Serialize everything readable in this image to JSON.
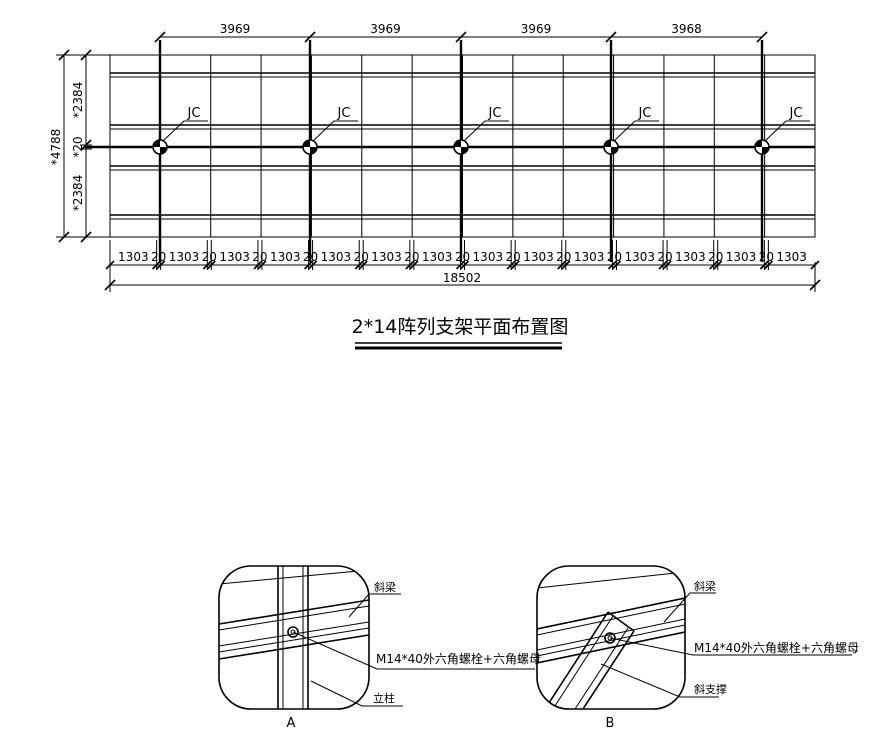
{
  "plan": {
    "title": "2*14阵列支架平面布置图",
    "top_dims": [
      "3969",
      "3969",
      "3969",
      "3968"
    ],
    "pier_label": "JC",
    "pier_count": 5,
    "left_dims": {
      "total": "*4788",
      "upper": "*2384",
      "middle": "*20",
      "lower": "*2384"
    },
    "bottom_dims": [
      "1303",
      "20",
      "1303",
      "20",
      "1303",
      "20",
      "1303",
      "20",
      "1303",
      "20",
      "1303",
      "20",
      "1303",
      "20",
      "1303",
      "20",
      "1303",
      "20",
      "1303",
      "20",
      "1303",
      "20",
      "1303",
      "20",
      "1303",
      "20",
      "1303"
    ],
    "total_length": "18502"
  },
  "details": [
    {
      "label": "A",
      "beam_label": "斜梁",
      "bolt_label": "M14*40外六角螺栓+六角螺母",
      "member_label": "立柱"
    },
    {
      "label": "B",
      "beam_label": "斜梁",
      "bolt_label": "M14*40外六角螺栓+六角螺母",
      "member_label": "斜支撑"
    }
  ]
}
